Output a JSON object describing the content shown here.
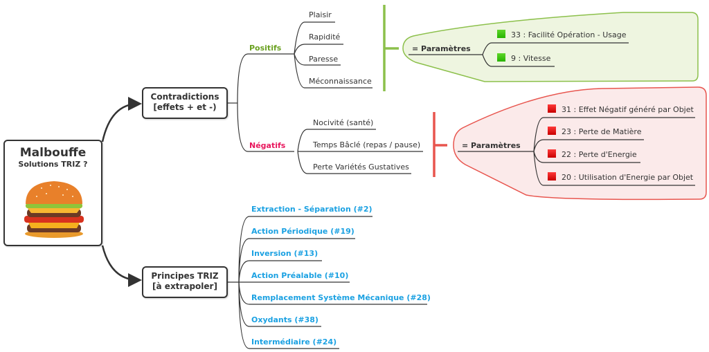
{
  "root": {
    "title": "Malbouffe",
    "subtitle": "Solutions TRIZ ?",
    "image": "burger-illustration"
  },
  "contradictions": {
    "label_line1": "Contradictions",
    "label_line2": "[effets + et -)",
    "positive": {
      "label": "Positifs",
      "color": "#6aa121",
      "items": [
        "Plaisir",
        "Rapidité",
        "Paresse",
        "Méconnaissance"
      ],
      "parameters": {
        "label": "= Paramètres",
        "fill": "#eef5e0",
        "border": "#8cc04b",
        "items": [
          {
            "icon": "green-square-icon",
            "text": "33 : Facilité Opération - Usage"
          },
          {
            "icon": "green-square-icon",
            "text": "9 : Vitesse"
          }
        ]
      }
    },
    "negative": {
      "label": "Négatifs",
      "color": "#e8175d",
      "items": [
        "Nocivité (santé)",
        "Temps Bâclé (repas / pause)",
        "Perte Variétés Gustatives"
      ],
      "parameters": {
        "label": "= Paramètres",
        "fill": "#fbeaea",
        "border": "#e8554e",
        "items": [
          {
            "icon": "red-square-icon",
            "text": "31 : Effet Négatif généré par Objet"
          },
          {
            "icon": "red-square-icon",
            "text": "23 : Perte de Matière"
          },
          {
            "icon": "red-square-icon",
            "text": "22 : Perte d'Energie"
          },
          {
            "icon": "red-square-icon",
            "text": "20 : Utilisation d'Energie par Objet"
          }
        ]
      }
    }
  },
  "principles": {
    "label_line1": "Principes TRIZ",
    "label_line2": "[à extrapoler]",
    "color": "#1ba1e2",
    "items": [
      "Extraction - Séparation (#2)",
      "Action Périodique (#19)",
      "Inversion (#13)",
      "Action Préalable (#10)",
      "Remplacement Système Mécanique (#28)",
      "Oxydants (#38)",
      "Intermédiaire (#24)"
    ]
  }
}
